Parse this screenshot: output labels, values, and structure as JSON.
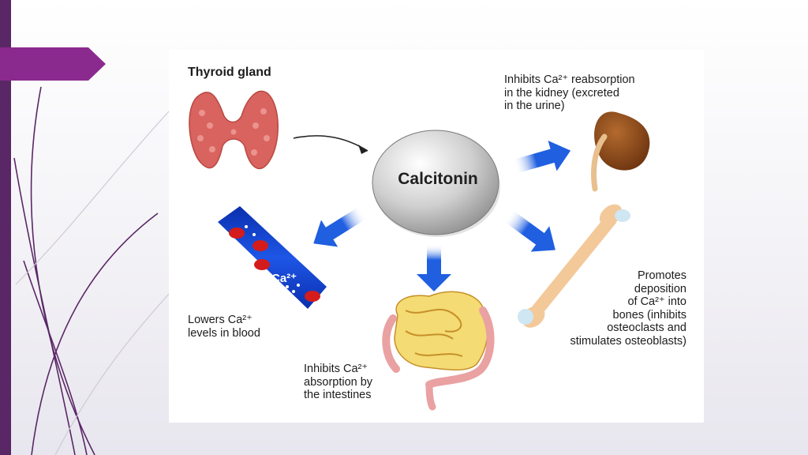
{
  "slide": {
    "theme_color": "#5a2766",
    "tab_color": "#8b2a8e"
  },
  "diagram": {
    "center": "Calcitonin",
    "source_label": "Thyroid gland",
    "kidney_label": "Inhibits Ca²⁺ reabsorption\nin the kidney (excreted\nin the urine)",
    "bone_label": "Promotes\ndeposition\nof Ca²⁺ into\nbones (inhibits\nosteoclasts and\nstimulates osteoblasts)",
    "blood_label": "Lowers Ca²⁺\nlevels in blood",
    "intestine_label": "Inhibits Ca²⁺\nabsorption by\nthe intestines",
    "vessel_ion_label": "Ca²⁺",
    "arrow_color": "#1f5fe0"
  }
}
